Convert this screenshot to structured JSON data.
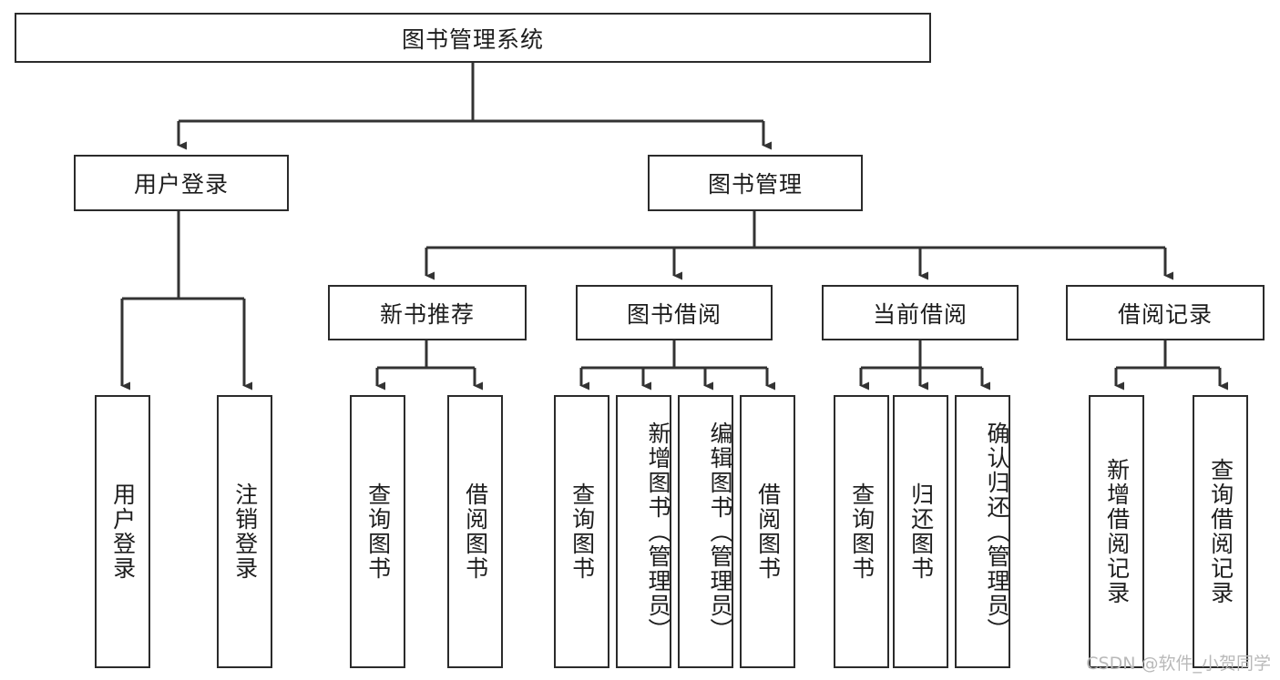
{
  "diagram": {
    "type": "tree-hierarchy",
    "title": "图书管理系统",
    "watermark": "CSDN @软件_小贺同学",
    "colors": {
      "box_border": "#2b2b2b",
      "box_fill": "#ffffff",
      "connector": "#333333",
      "text": "#1d1d1d",
      "watermark": "#b9b9b9",
      "background": "#ffffff"
    },
    "levels": {
      "root": {
        "label": "图书管理系统"
      },
      "level2": [
        {
          "id": "user-login",
          "label": "用户登录"
        },
        {
          "id": "book-manage",
          "label": "图书管理"
        }
      ],
      "level3": [
        {
          "id": "new-book-recommend",
          "label": "新书推荐",
          "parent": "book-manage"
        },
        {
          "id": "book-borrow",
          "label": "图书借阅",
          "parent": "book-manage"
        },
        {
          "id": "current-borrow",
          "label": "当前借阅",
          "parent": "book-manage"
        },
        {
          "id": "borrow-record",
          "label": "借阅记录",
          "parent": "book-manage"
        }
      ],
      "leaves": [
        {
          "id": "leaf-user-login",
          "label": "用户登录",
          "parent": "user-login"
        },
        {
          "id": "leaf-logout",
          "label": "注销登录",
          "parent": "user-login"
        },
        {
          "id": "leaf-query-book-1",
          "label": "查询图书",
          "parent": "new-book-recommend"
        },
        {
          "id": "leaf-borrow-book-1",
          "label": "借阅图书",
          "parent": "new-book-recommend"
        },
        {
          "id": "leaf-query-book-2",
          "label": "查询图书",
          "parent": "book-borrow"
        },
        {
          "id": "leaf-add-book",
          "label": "新增图书（管理员）",
          "parent": "book-borrow"
        },
        {
          "id": "leaf-edit-book",
          "label": "编辑图书（管理员）",
          "parent": "book-borrow"
        },
        {
          "id": "leaf-borrow-book-2",
          "label": "借阅图书",
          "parent": "book-borrow"
        },
        {
          "id": "leaf-query-book-3",
          "label": "查询图书",
          "parent": "current-borrow"
        },
        {
          "id": "leaf-return-book",
          "label": "归还图书",
          "parent": "current-borrow"
        },
        {
          "id": "leaf-confirm-return",
          "label": "确认归还（管理员）",
          "parent": "current-borrow"
        },
        {
          "id": "leaf-add-record",
          "label": "新增借阅记录",
          "parent": "borrow-record"
        },
        {
          "id": "leaf-query-record",
          "label": "查询借阅记录",
          "parent": "borrow-record"
        }
      ]
    }
  }
}
